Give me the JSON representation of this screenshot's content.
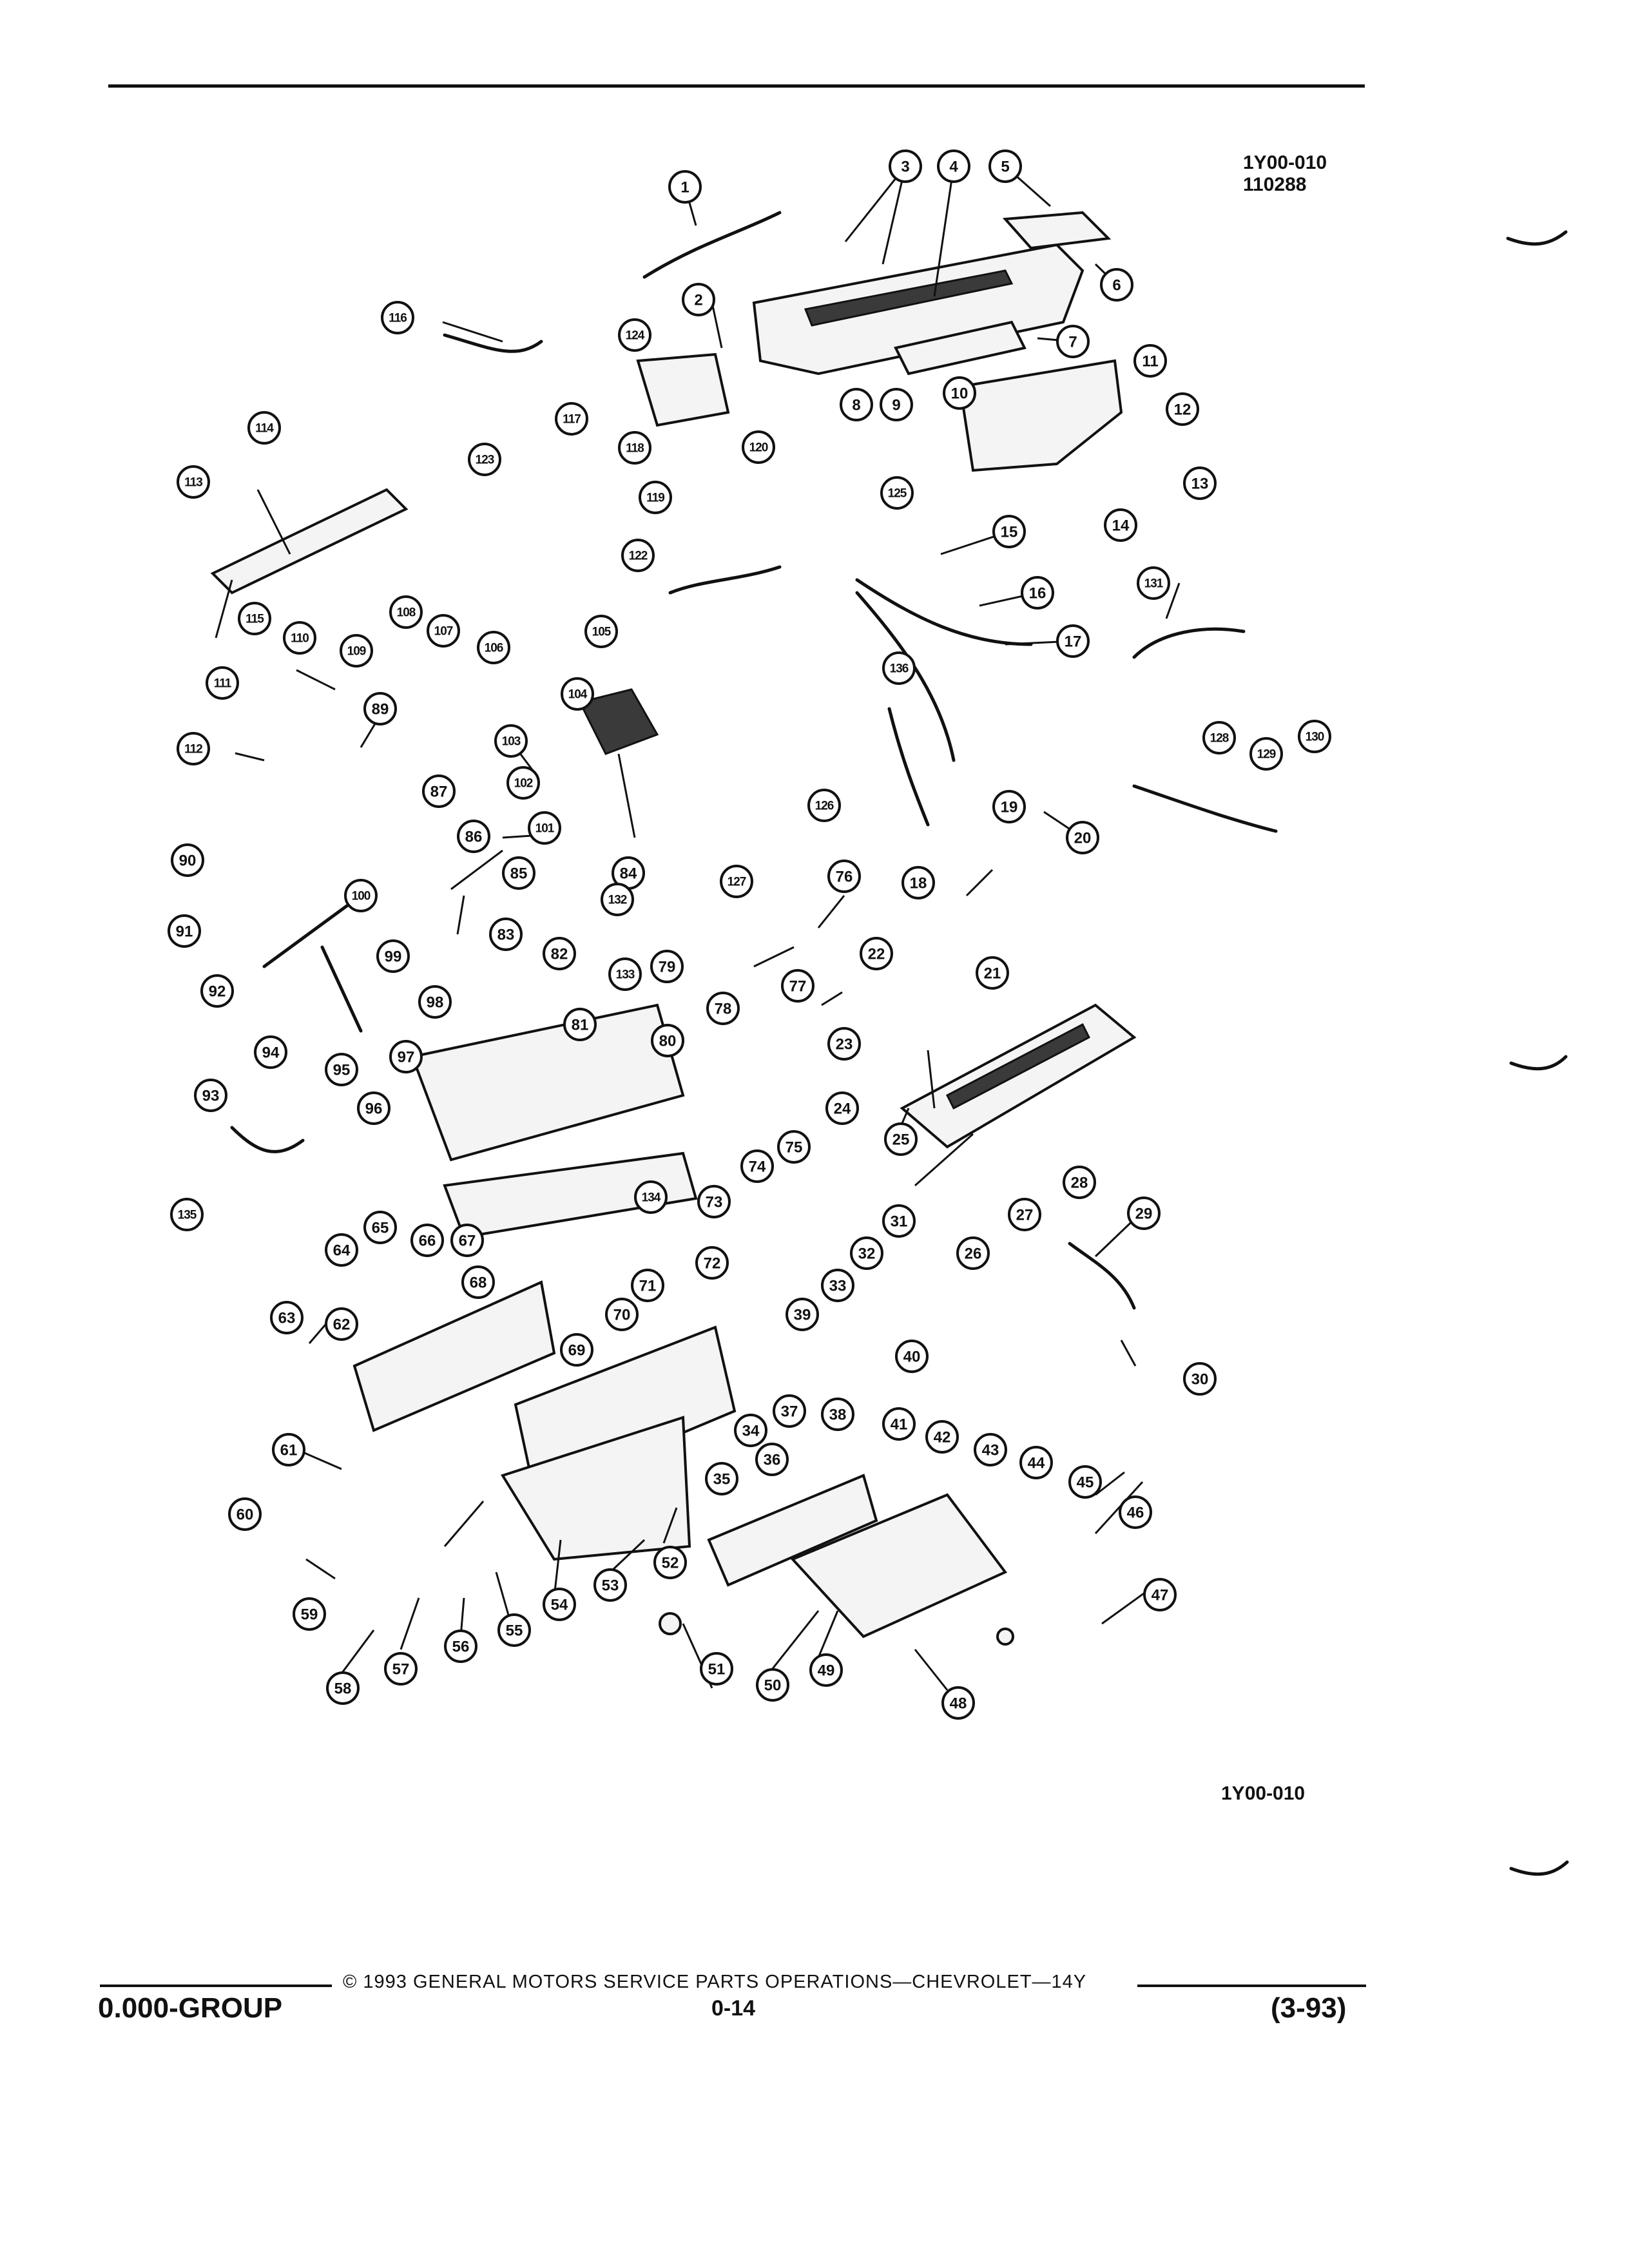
{
  "header": {
    "figure_id": "1Y00-010",
    "figure_code": "110288"
  },
  "diagram": {
    "caption_id": "1Y00-010",
    "callouts": [
      "1",
      "2",
      "3",
      "4",
      "5",
      "6",
      "7",
      "8",
      "9",
      "10",
      "11",
      "12",
      "13",
      "14",
      "15",
      "16",
      "17",
      "18",
      "19",
      "20",
      "21",
      "22",
      "23",
      "24",
      "25",
      "26",
      "27",
      "28",
      "29",
      "30",
      "31",
      "32",
      "33",
      "34",
      "35",
      "36",
      "37",
      "38",
      "39",
      "40",
      "41",
      "42",
      "43",
      "44",
      "45",
      "46",
      "47",
      "48",
      "49",
      "50",
      "51",
      "52",
      "53",
      "54",
      "55",
      "56",
      "57",
      "58",
      "59",
      "60",
      "61",
      "62",
      "63",
      "64",
      "65",
      "66",
      "67",
      "68",
      "69",
      "70",
      "71",
      "72",
      "73",
      "74",
      "75",
      "76",
      "77",
      "78",
      "79",
      "80",
      "81",
      "82",
      "83",
      "84",
      "85",
      "86",
      "87",
      "89",
      "90",
      "91",
      "92",
      "93",
      "94",
      "95",
      "96",
      "97",
      "98",
      "99",
      "100",
      "101",
      "102",
      "103",
      "104",
      "105",
      "106",
      "107",
      "108",
      "109",
      "110",
      "111",
      "112",
      "113",
      "114",
      "115",
      "116",
      "117",
      "118",
      "119",
      "120",
      "122",
      "123",
      "124",
      "125",
      "126",
      "127",
      "128",
      "129",
      "130",
      "131",
      "132",
      "133",
      "134",
      "135",
      "136"
    ]
  },
  "footer": {
    "copyright": "© 1993 GENERAL MOTORS SERVICE PARTS OPERATIONS—CHEVROLET—14Y",
    "group": "0.000-GROUP",
    "page": "0-14",
    "revision": "(3-93)"
  }
}
